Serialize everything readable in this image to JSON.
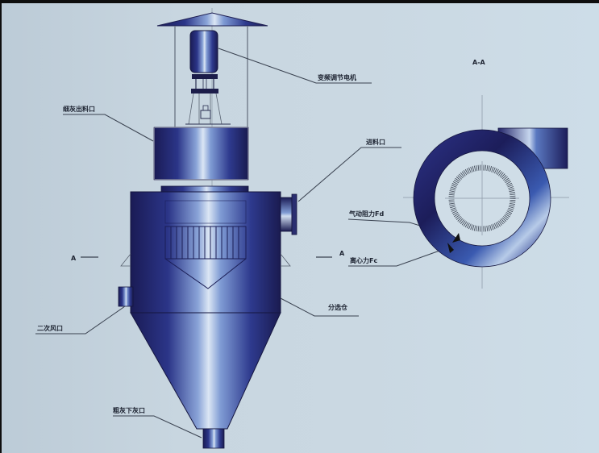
{
  "diagram": {
    "title": "A-A",
    "type": "classifier-structure-diagram",
    "section_marks": {
      "left": "A",
      "right": "A"
    },
    "labels": {
      "motor": "变频调节电机",
      "fine_outlet": "细灰出料口",
      "feed_inlet": "进料口",
      "secondary_air": "二次风口",
      "classifier_chamber": "分选仓",
      "coarse_outlet": "粗灰下灰口",
      "drag_force": "气动阻力Fd",
      "centrifugal_force": "离心力Fc"
    },
    "colors": {
      "background": "#c8d6e0",
      "body_dark": "#1e1f5c",
      "body_mid": "#3b4fa0",
      "body_light": "#c9d8ee",
      "line": "#3a4250"
    }
  }
}
